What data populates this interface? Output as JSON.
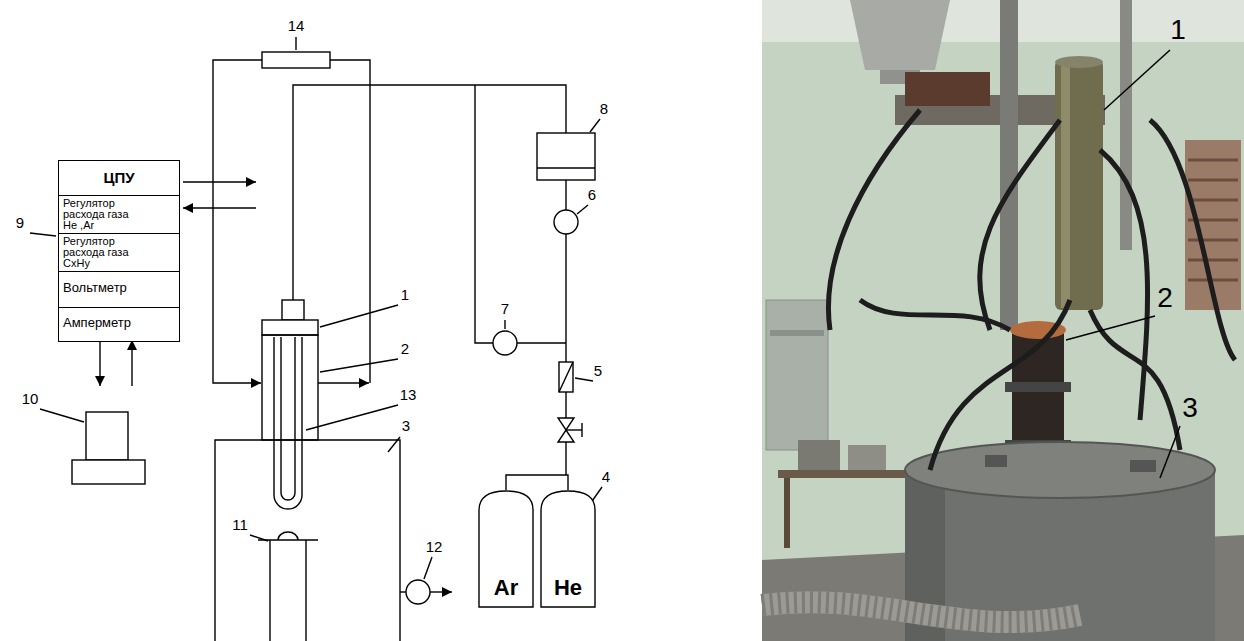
{
  "diagram": {
    "nodes": [
      {
        "text": [
          "ЦПУ"
        ]
      },
      {
        "text": [
          "Регулятор расхода газа He ,Ar"
        ],
        "in": 0
      },
      {
        "text": [
          "Регулятор расхода газа CxHy"
        ],
        "in": 0
      },
      {
        "text": [
          "Вольтметр"
        ],
        "in": 0
      },
      {
        "text": [
          "Амперметр"
        ],
        "in": 0
      },
      {
        "text": [
          "Ar"
        ]
      },
      {
        "text": [
          "He"
        ]
      }
    ],
    "edges": [
      {
        "from": 5,
        "to": 6,
        "arrow": "none"
      }
    ],
    "labels": [
      "14",
      "8",
      "9",
      "6",
      "1",
      "7",
      "2",
      "13",
      "10",
      "11",
      "5",
      "12",
      "4",
      "3",
      "1",
      "2",
      "3"
    ]
  }
}
